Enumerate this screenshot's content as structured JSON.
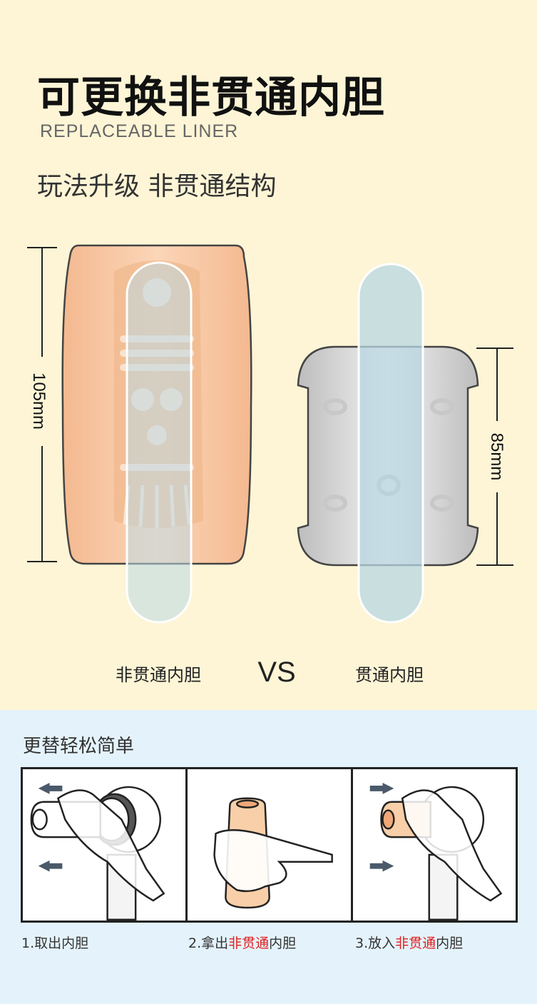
{
  "header": {
    "title": "可更换非贯通内胆",
    "subtitle_en": "REPLACEABLE LINER",
    "tagline": "玩法升级 非贯通结构"
  },
  "comparison": {
    "left_dimension": "105mm",
    "right_dimension": "85mm",
    "left_label": "非贯通内胆",
    "vs_label": "VS",
    "right_label": "贯通内胆"
  },
  "steps": {
    "title": "更替轻松简单",
    "items": [
      {
        "caption_prefix": "1.取出内胆",
        "caption_highlight": "",
        "caption_suffix": ""
      },
      {
        "caption_prefix": "2.拿出",
        "caption_highlight": "非贯通",
        "caption_suffix": "内胆"
      },
      {
        "caption_prefix": "3.放入",
        "caption_highlight": "非贯通",
        "caption_suffix": "内胆"
      }
    ]
  },
  "colors": {
    "top_bg": "#fdf5d6",
    "bottom_bg": "#e4f3fb",
    "sleeve_peach": "#f8c8a0",
    "liner_blue": "#b9d7e3",
    "highlight_red": "#e02020"
  }
}
